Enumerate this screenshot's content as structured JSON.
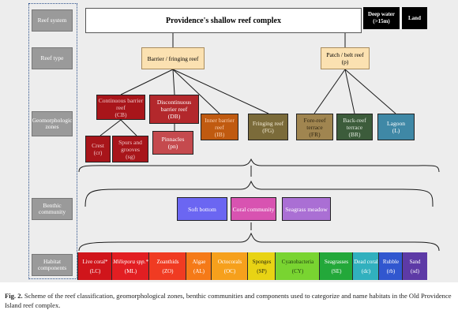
{
  "levels": {
    "reef_system": "Reef system",
    "reef_type": "Reef type",
    "geomorph": "Geomorphologic zones",
    "benthic": "Benthic community",
    "habitat": "Habitat components"
  },
  "top": {
    "title": "Providence's shallow reef complex",
    "deep_water": "Deep water (>15m)",
    "land": "Land"
  },
  "reef_types": {
    "barrier": "Barrier / fringing reef",
    "patch_label": "Patch / belt reef",
    "patch_code": "(p)"
  },
  "zones": {
    "continuous": {
      "label": "Continuous barrier reef",
      "code": "(CB)"
    },
    "discontinuous": {
      "label": "Discontinuous barrier reef",
      "code": "(DB)"
    },
    "inner": {
      "label": "Inner barrier reef",
      "code": "(IB)"
    },
    "fringing": {
      "label": "Fringing reef",
      "code": "(FG)"
    },
    "fore_reef": {
      "label": "Fore-reef terrace",
      "code": "(FR)"
    },
    "back_reef": {
      "label": "Back-reef terrace",
      "code": "(BR)"
    },
    "lagoon": {
      "label": "Lagoon",
      "code": "(L)"
    },
    "crest": {
      "label": "Crest",
      "code": "(cr)"
    },
    "spurs": {
      "label": "Spurs and grooves",
      "code": "(sg)"
    },
    "pinnacles": {
      "label": "Pinnacles",
      "code": "(pn)"
    }
  },
  "benthic": {
    "soft": "Soft bottom",
    "coral": "Coral community",
    "seagrass": "Seagrass meadow"
  },
  "habitats": [
    {
      "label": "Live coral*",
      "code": "(LC)",
      "color": "#d0151b"
    },
    {
      "label": "Millepora spp.*",
      "code": "(ML)",
      "color": "#e21e22"
    },
    {
      "label": "Zoanthids",
      "code": "(ZO)",
      "color": "#f03b22"
    },
    {
      "label": "Algae",
      "code": "(AL)",
      "color": "#f57a18"
    },
    {
      "label": "Octocorals",
      "code": "(OC)",
      "color": "#f6a01c"
    },
    {
      "label": "Sponges",
      "code": "(SP)",
      "color": "#e8d314"
    },
    {
      "label": "Cyanobacteria",
      "code": "(CY)",
      "color": "#79d431"
    },
    {
      "label": "Seagrasses",
      "code": "(SE)",
      "color": "#23a83a"
    },
    {
      "label": "Dead coral",
      "code": "(dc)",
      "color": "#31b0be"
    },
    {
      "label": "Rubble",
      "code": "(rb)",
      "color": "#3157cf"
    },
    {
      "label": "Sand",
      "code": "(sd)",
      "color": "#5d3aa6"
    }
  ],
  "caption": {
    "figure": "Fig. 2.",
    "text": "Scheme of the reef classification, geomorphological zones, benthic communities and components used to categorize and name habitats in the Old Providence Island reef complex."
  }
}
